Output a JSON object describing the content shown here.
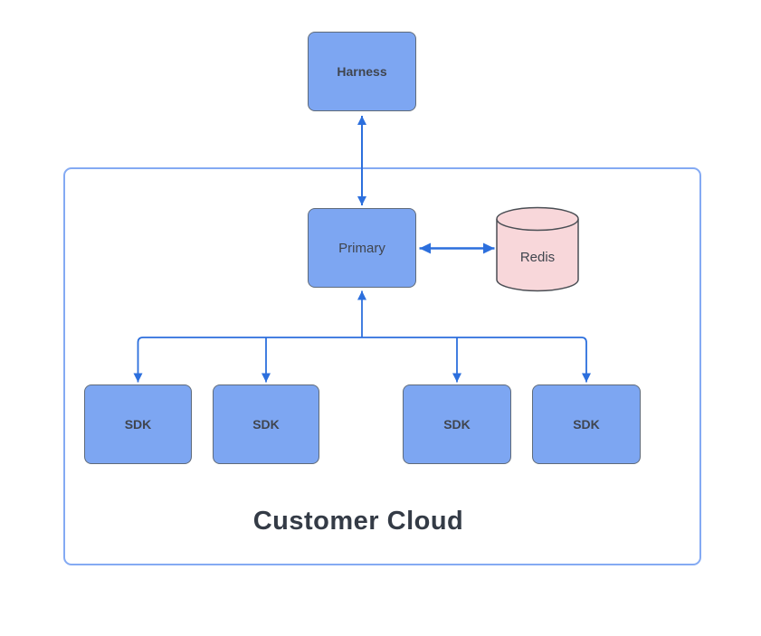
{
  "diagram": {
    "container_label": "Customer Cloud",
    "nodes": {
      "harness": {
        "label": "Harness"
      },
      "primary": {
        "label": "Primary"
      },
      "redis": {
        "label": "Redis"
      },
      "sdks": [
        {
          "label": "SDK"
        },
        {
          "label": "SDK"
        },
        {
          "label": "SDK"
        },
        {
          "label": "SDK"
        }
      ]
    },
    "edges": [
      {
        "from": "harness",
        "to": "primary",
        "arrows": "both"
      },
      {
        "from": "primary",
        "to": "redis",
        "arrows": "both"
      },
      {
        "from": "sdks",
        "to": "primary",
        "arrows": "up-into-primary"
      },
      {
        "from": "primary",
        "to": "sdk-1",
        "arrows": "down-into-sdk"
      },
      {
        "from": "primary",
        "to": "sdk-2",
        "arrows": "down-into-sdk"
      },
      {
        "from": "primary",
        "to": "sdk-3",
        "arrows": "down-into-sdk"
      },
      {
        "from": "primary",
        "to": "sdk-4",
        "arrows": "down-into-sdk"
      }
    ],
    "colors": {
      "node_fill": "#7DA6F2",
      "node_border": "#5F6B7A",
      "cylinder_fill": "#F8D7DA",
      "cylinder_border": "#4A4E54",
      "connector_blue": "#2C6FDD",
      "container_border": "#84AAF3",
      "label_text": "#40454E",
      "title_text": "#343B46",
      "background": "#FFFFFF"
    }
  }
}
